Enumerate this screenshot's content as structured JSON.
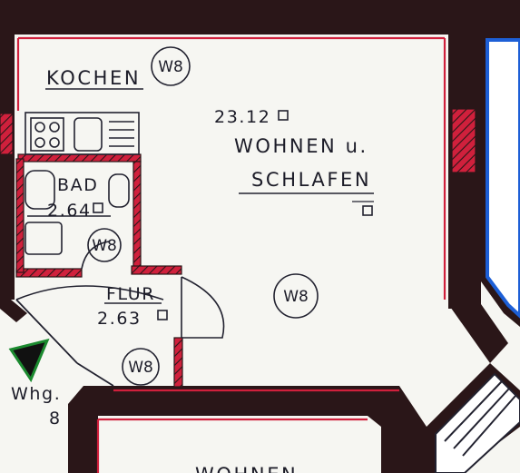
{
  "rooms": {
    "kitchen": {
      "label": "KOCHEN",
      "badge": "W8"
    },
    "living": {
      "area": "23.12",
      "label_line1": "WOHNEN u.",
      "label_line2": "SCHLAFEN",
      "badge": "W8"
    },
    "bath": {
      "label": "BAD",
      "area": "2.64",
      "badge": "W8"
    },
    "hall": {
      "label": "FLUR",
      "area": "2.63",
      "badge": "W8"
    },
    "next_room": {
      "label": "WOHNEN"
    }
  },
  "entrance": {
    "label_line1": "Whg.",
    "label_line2": "8"
  },
  "colors": {
    "wall": "#2a1618",
    "wall_red": "#d0203c",
    "window_blue": "#1d5fd6",
    "ink": "#222230",
    "paper": "#f6f6f2"
  }
}
